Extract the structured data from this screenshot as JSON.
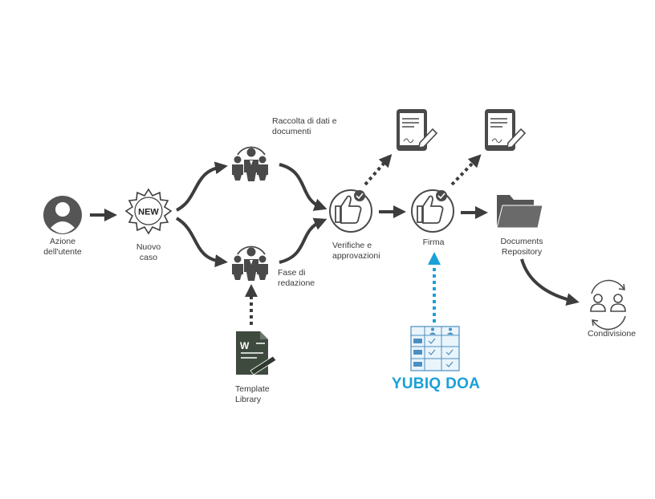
{
  "nodes": {
    "user_action": "Azione dell'utente",
    "new_case": "Nuovo caso",
    "new_badge": "NEW",
    "data_collection": "Raccolta di dati e documenti",
    "drafting": "Fase di redazione",
    "checks": "Verifiche e approvazioni",
    "signature": "Firma",
    "repository": "Documents Repository",
    "sharing": "Condivisione",
    "template_library": "Template Library",
    "yubiq": "YUBIQ DOA"
  },
  "colors": {
    "dark": "#3d3d3d",
    "icon": "#4a4a4a",
    "folder": "#555555",
    "brand": "#1aa0d8",
    "grid": "#4a8fc2"
  }
}
